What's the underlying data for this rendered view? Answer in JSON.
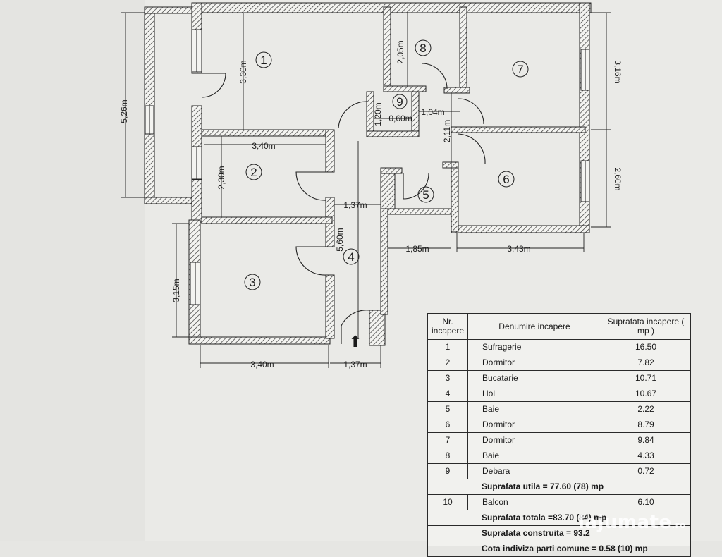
{
  "rooms": [
    {
      "id": "1",
      "name": "Sufragerie",
      "area": "16.50"
    },
    {
      "id": "2",
      "name": "Dormitor",
      "area": "7.82"
    },
    {
      "id": "3",
      "name": "Bucatarie",
      "area": "10.71"
    },
    {
      "id": "4",
      "name": "Hol",
      "area": "10.67"
    },
    {
      "id": "5",
      "name": "Baie",
      "area": "2.22"
    },
    {
      "id": "6",
      "name": "Dormitor",
      "area": "8.79"
    },
    {
      "id": "7",
      "name": "Dormitor",
      "area": "9.84"
    },
    {
      "id": "8",
      "name": "Baie",
      "area": "4.33"
    },
    {
      "id": "9",
      "name": "Debara",
      "area": "0.72"
    }
  ],
  "table": {
    "header_nr": "Nr. incapere",
    "header_name": "Denumire incapere",
    "header_area": "Suprafata incapere ( mp )",
    "utila": "Suprafata utila = 77.60 (78) mp",
    "balcon": {
      "id": "10",
      "name": "Balcon",
      "area": "6.10"
    },
    "totala": "Suprafata totala =83.70 (84) mp",
    "construita": "Suprafata construita = 93.2",
    "cota": "Cota indiviza parti comune = 0.58 (10) mp"
  },
  "dimensions": {
    "d_526": "5,26m",
    "d_330": "3,30m",
    "d_340_top": "3,40m",
    "d_230": "2,30m",
    "d_137_mid": "1,37m",
    "d_560": "5,60m",
    "d_315": "3,15m",
    "d_340_bottom": "3,40m",
    "d_137_bottom": "1,37m",
    "d_205": "2,05m",
    "d_120": "1,20m",
    "d_060": "0,60m",
    "d_104": "1,04m",
    "d_211": "2,11m",
    "d_316": "3,16m",
    "d_260": "2,60m",
    "d_185": "1,85m",
    "d_343": "3,43m"
  },
  "entrance_arrow": "⬆",
  "watermark": {
    "main": "lajumate",
    "suffix": ".ro"
  }
}
